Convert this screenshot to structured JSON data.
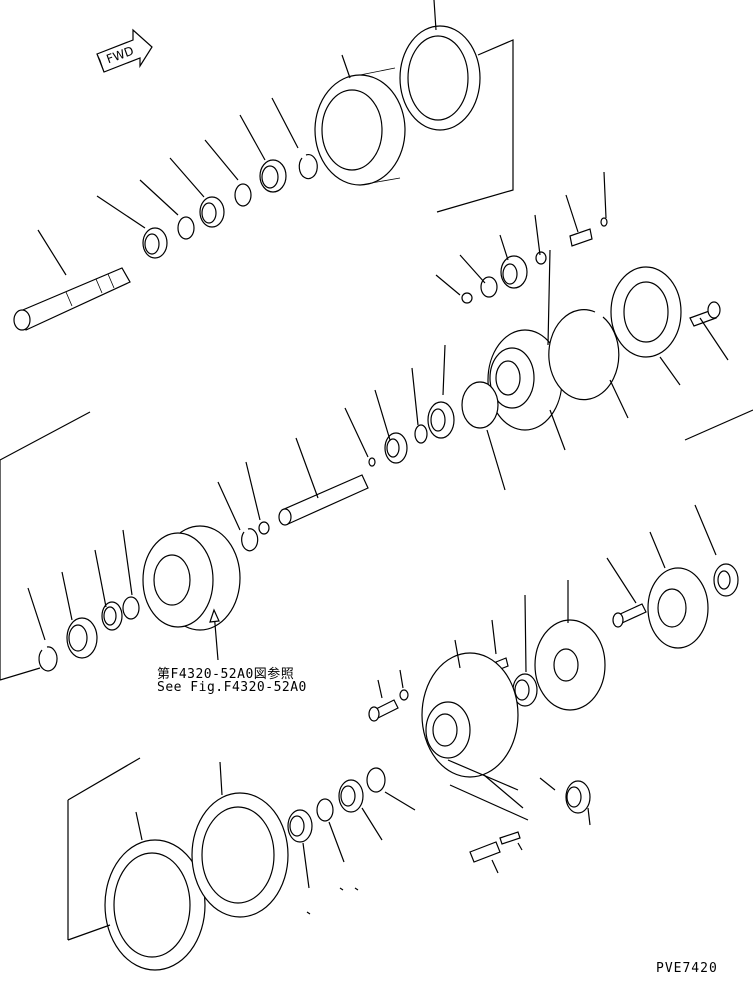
{
  "diagram": {
    "direction_label": "FWD",
    "reference_note_jp": "第F4320-52A0図参照",
    "reference_note_en": "See Fig.F4320-52A0",
    "diagram_code": "PVE7420"
  },
  "colors": {
    "line": "#000000",
    "background": "#ffffff"
  }
}
